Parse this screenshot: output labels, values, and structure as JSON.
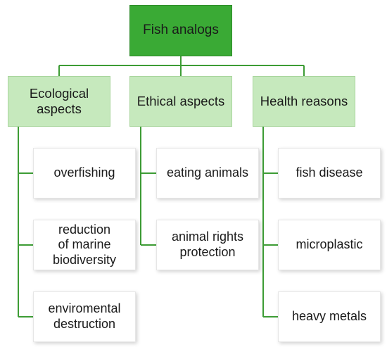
{
  "root": {
    "label": "Fish analogs"
  },
  "categories": [
    {
      "label": "Ecological\naspects",
      "items": [
        "overfishing",
        "reduction\nof marine\nbiodiversity",
        "enviromental\ndestruction"
      ]
    },
    {
      "label": "Ethical aspects",
      "items": [
        "eating animals",
        "animal rights\nprotection"
      ]
    },
    {
      "label": "Health reasons",
      "items": [
        "fish disease",
        "microplastic",
        "heavy metals"
      ]
    }
  ],
  "colors": {
    "root_fill": "#3aaa35",
    "category_fill": "#c6e9bd",
    "leaf_fill": "#ffffff",
    "connector": "#3d9c35"
  }
}
